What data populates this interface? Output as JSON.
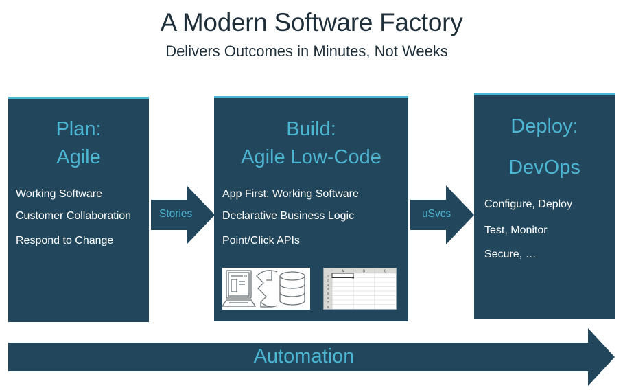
{
  "header": {
    "title": "A Modern Software Factory",
    "subtitle": "Delivers Outcomes in Minutes, Not Weeks"
  },
  "colors": {
    "panel": "#22475c",
    "accent": "#4cb5d2",
    "text_dark": "#1f2f3a",
    "text_light": "#ffffff"
  },
  "stages": {
    "plan": {
      "heading_line1": "Plan:",
      "heading_line2": "Agile",
      "items": [
        "Working Software",
        "Customer Collaboration",
        "Respond to Change"
      ]
    },
    "build": {
      "heading_line1": "Build:",
      "heading_line2": "Agile Low-Code",
      "items": [
        "App First: Working Software",
        "Declarative Business Logic",
        "Point/Click APIs"
      ],
      "images": [
        "app-database-sync-icon",
        "spreadsheet-grid-icon"
      ],
      "spreadsheet": {
        "columns": [
          "A",
          "B",
          "C"
        ],
        "rows": [
          "1",
          "2",
          "3",
          "4",
          "5",
          "6",
          "7",
          "8"
        ]
      }
    },
    "deploy": {
      "heading_line1": "Deploy:",
      "heading_line2": "DevOps",
      "items": [
        "Configure, Deploy",
        "Test, Monitor",
        "Secure, …"
      ]
    }
  },
  "connectors": {
    "plan_to_build": "Stories",
    "build_to_deploy": "uSvcs"
  },
  "foundation": {
    "label": "Automation"
  }
}
